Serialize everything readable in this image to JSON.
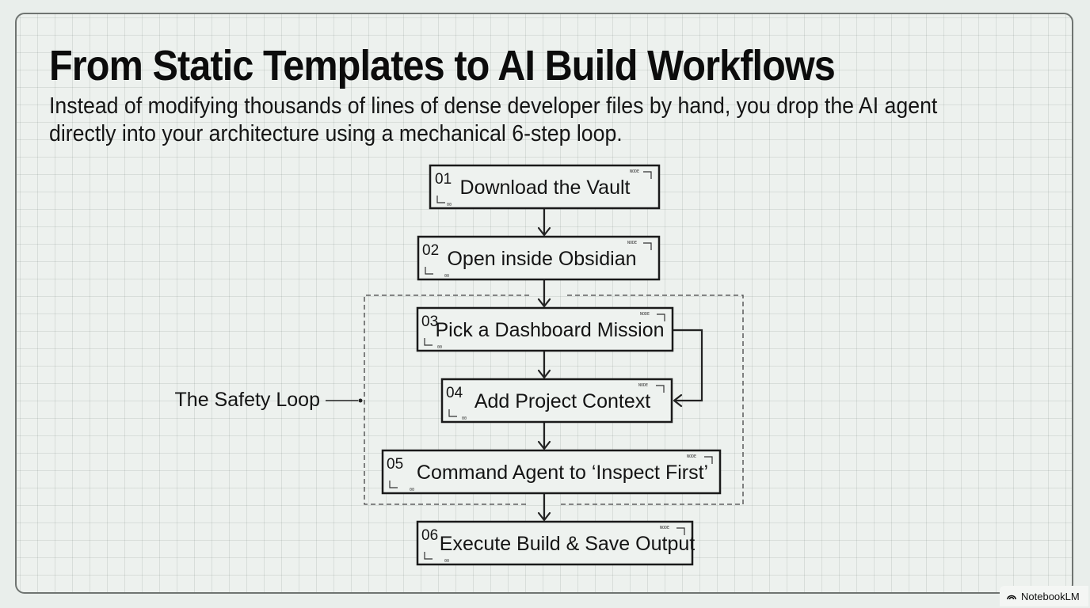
{
  "slide": {
    "title": "From Static Templates to AI Build Workflows",
    "subtitle": "Instead of modifying thousands of lines of dense developer files by hand, you drop the AI agent directly into your architecture using a mechanical 6-step loop."
  },
  "flow": {
    "steps": [
      {
        "number": "01",
        "label": "Download the Vault"
      },
      {
        "number": "02",
        "label": "Open inside Obsidian"
      },
      {
        "number": "03",
        "label": "Pick a Dashboard Mission"
      },
      {
        "number": "04",
        "label": "Add Project Context"
      },
      {
        "number": "05",
        "label": "Command Agent to ‘Inspect First’"
      },
      {
        "number": "06",
        "label": "Execute Build & Save Output"
      }
    ],
    "loop_label": "The Safety Loop"
  },
  "brand": {
    "name": "NotebookLM",
    "icon": "notebooklm-logo-icon"
  },
  "colors": {
    "background": "#edf1ee",
    "ink": "#111111",
    "grid": "#c9d0cc"
  }
}
